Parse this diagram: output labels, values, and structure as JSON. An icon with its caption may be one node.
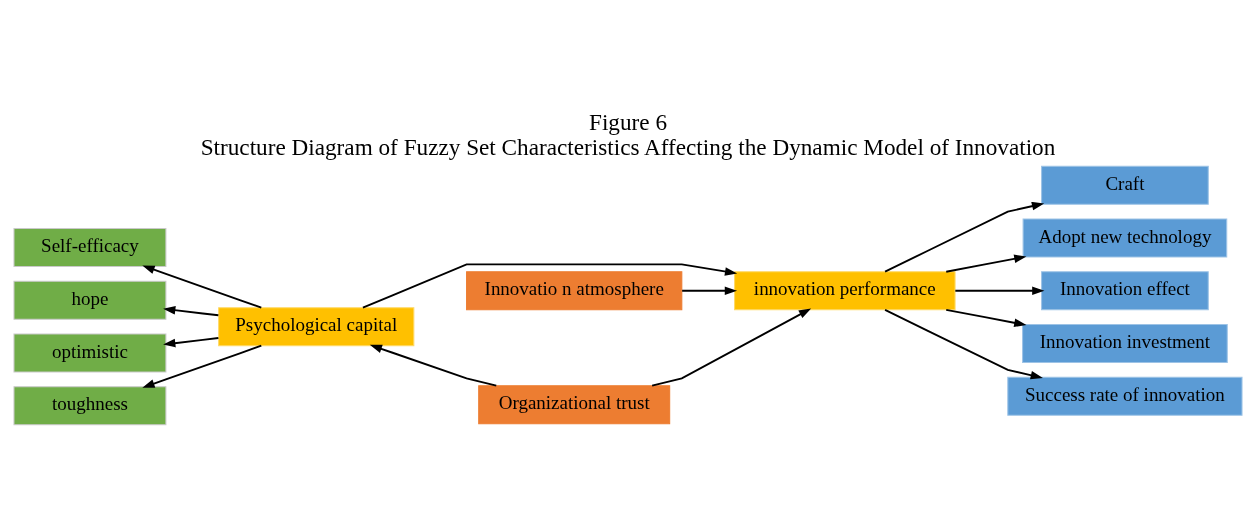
{
  "diagram": {
    "title": "Figure 6",
    "caption": "Structure Diagram of Fuzzy Set Characteristics Affecting the Dynamic Model of Innovation",
    "nodes": [
      {
        "text": [
          "Self-efficacy"
        ]
      },
      {
        "text": [
          "hope"
        ]
      },
      {
        "text": [
          "optimistic"
        ]
      },
      {
        "text": [
          "toughness"
        ]
      },
      {
        "text": [
          "Innovatio n atmosphere"
        ]
      },
      {
        "text": [
          "Psychological capital"
        ]
      },
      {
        "text": [
          "innovation performance"
        ]
      },
      {
        "text": [
          "Organizational trust"
        ]
      },
      {
        "text": [
          "Craft"
        ]
      },
      {
        "text": [
          "Adopt new technology"
        ]
      },
      {
        "text": [
          "Innovation effect"
        ]
      },
      {
        "text": [
          "Innovation investment"
        ]
      },
      {
        "text": [
          "Success rate of innovation"
        ]
      }
    ],
    "edges": [
      {
        "from": 5,
        "to": 0,
        "arrow": "to"
      },
      {
        "from": 5,
        "to": 1,
        "arrow": "to"
      },
      {
        "from": 5,
        "to": 2,
        "arrow": "to"
      },
      {
        "from": 5,
        "to": 3,
        "arrow": "to"
      },
      {
        "from": 5,
        "to": 6,
        "arrow": "to"
      },
      {
        "from": 4,
        "to": 6,
        "arrow": "to"
      },
      {
        "from": 7,
        "to": 5,
        "arrow": "to"
      },
      {
        "from": 7,
        "to": 6,
        "arrow": "to"
      },
      {
        "from": 6,
        "to": 8,
        "arrow": "to"
      },
      {
        "from": 6,
        "to": 9,
        "arrow": "to"
      },
      {
        "from": 6,
        "to": 10,
        "arrow": "to"
      },
      {
        "from": 6,
        "to": 11,
        "arrow": "to"
      },
      {
        "from": 6,
        "to": 12,
        "arrow": "to"
      }
    ]
  }
}
